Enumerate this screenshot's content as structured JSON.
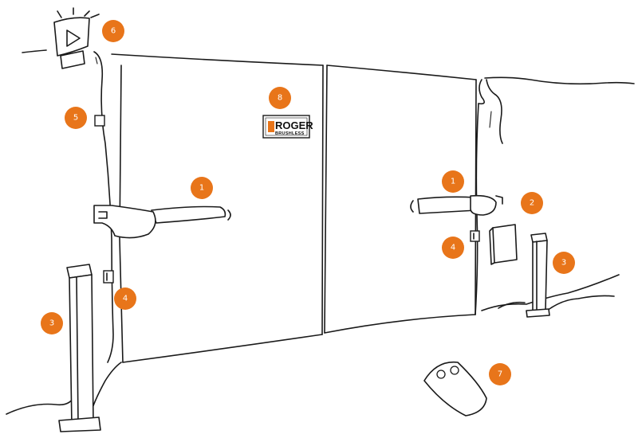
{
  "accent_color": "#E8751A",
  "logo": {
    "brand": "ROGER",
    "tagline": "BRUSHLESS"
  },
  "badges": [
    {
      "id": "1",
      "label": "1",
      "refers_to": "operator-motor-left"
    },
    {
      "id": "1b",
      "label": "1",
      "refers_to": "operator-motor-right"
    },
    {
      "id": "2",
      "label": "2",
      "refers_to": "control-unit"
    },
    {
      "id": "3",
      "label": "3",
      "refers_to": "photocell-column-left"
    },
    {
      "id": "3b",
      "label": "3",
      "refers_to": "photocell-column-right"
    },
    {
      "id": "4",
      "label": "4",
      "refers_to": "photocell-left"
    },
    {
      "id": "4b",
      "label": "4",
      "refers_to": "photocell-right"
    },
    {
      "id": "5",
      "label": "5",
      "refers_to": "key-selector"
    },
    {
      "id": "6",
      "label": "6",
      "refers_to": "flashing-light"
    },
    {
      "id": "7",
      "label": "7",
      "refers_to": "remote-control"
    },
    {
      "id": "8",
      "label": "8",
      "refers_to": "warning-sign"
    }
  ]
}
